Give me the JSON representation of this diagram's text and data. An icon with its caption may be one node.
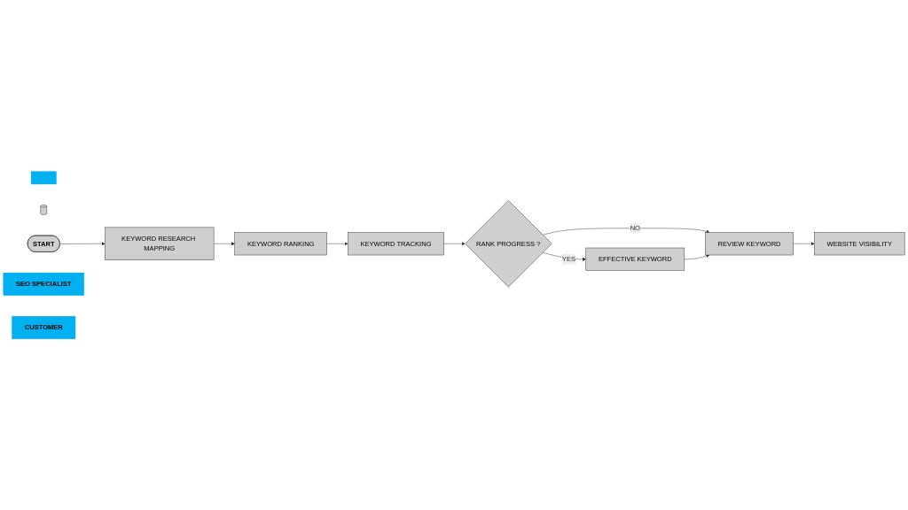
{
  "diagram": {
    "nodes": [
      {
        "text": [],
        "shape": "box"
      },
      {
        "text": [
          "KEYWORD RANKING"
        ]
      },
      {
        "text": [],
        "shape": "cylinder"
      },
      {
        "text": [
          "START"
        ]
      },
      {
        "text": [
          "KEYWORD RESEARCH MAPPING"
        ]
      },
      {
        "text": [
          "KEYWORD TRACKING"
        ]
      },
      {
        "text": [
          "RANK PROGRESS ?"
        ]
      },
      {
        "text": [
          "SEO SPECIALIST"
        ]
      },
      {
        "text": [
          "REVIEW KEYWORD"
        ]
      },
      {
        "text": [
          "EFFECTIVE KEYWORD"
        ]
      },
      {
        "text": [
          "CUSTOMER"
        ]
      },
      {
        "text": [
          "WEBSITE VISIBILITY"
        ]
      }
    ],
    "edges": [
      {
        "from": 3,
        "to": 4,
        "arrow": "to"
      },
      {
        "from": 4,
        "to": 1,
        "arrow": "to"
      },
      {
        "from": 1,
        "to": 5,
        "arrow": "to"
      },
      {
        "from": 5,
        "to": 6,
        "arrow": "to"
      },
      {
        "from": 6,
        "to": 8,
        "arrow": "to",
        "label": "NO"
      },
      {
        "from": 6,
        "to": 9,
        "arrow": "to",
        "label": "YES"
      },
      {
        "from": 9,
        "to": 8,
        "arrow": "to"
      },
      {
        "from": 8,
        "to": 11,
        "arrow": "to"
      }
    ]
  }
}
